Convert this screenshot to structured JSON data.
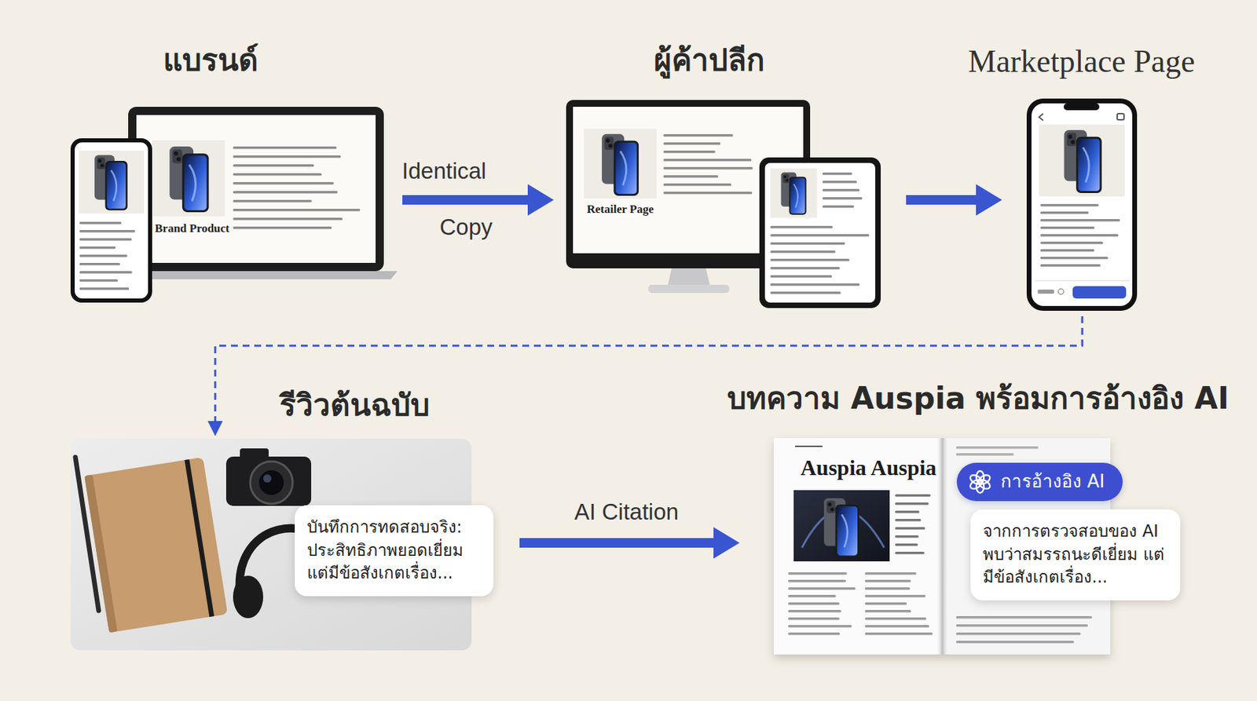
{
  "diagram": {
    "nodes": [
      {
        "text": [
          "แบรนด์",
          "Brand Product"
        ]
      },
      {
        "text": [
          "ผู้ค้าปลีก",
          "Retailer Page"
        ]
      },
      {
        "text": [
          "Marketplace Page"
        ]
      },
      {
        "text": [
          "รีวิวต้นฉบับ"
        ]
      },
      {
        "text": [
          "บันทึกการทดสอบจริง: ประสิทธิภาพยอดเยี่ยม แต่มีข้อสังเกตเรื่อง..."
        ],
        "in": 3
      },
      {
        "text": [
          "บทความ Auspia พร้อมการอ้างอิง AI",
          "Auspia Auspia"
        ]
      },
      {
        "text": [
          "การอ้างอิง AI"
        ],
        "in": 5
      },
      {
        "text": [
          "จากการตรวจสอบของ AI พบว่าสมรรถนะดีเยี่ยม แต่มีข้อสังเกตเรื่อง..."
        ],
        "in": 5
      }
    ],
    "edges": [
      {
        "from": 0,
        "to": 1,
        "arrow": "to",
        "label": "Identical"
      },
      {
        "from": 1,
        "to": 2,
        "arrow": "to"
      },
      {
        "from": 2,
        "to": 3,
        "arrow": "to"
      },
      {
        "from": 3,
        "to": 5,
        "arrow": "to",
        "label": "AI Citation"
      }
    ],
    "labels": [
      "Copy"
    ]
  }
}
